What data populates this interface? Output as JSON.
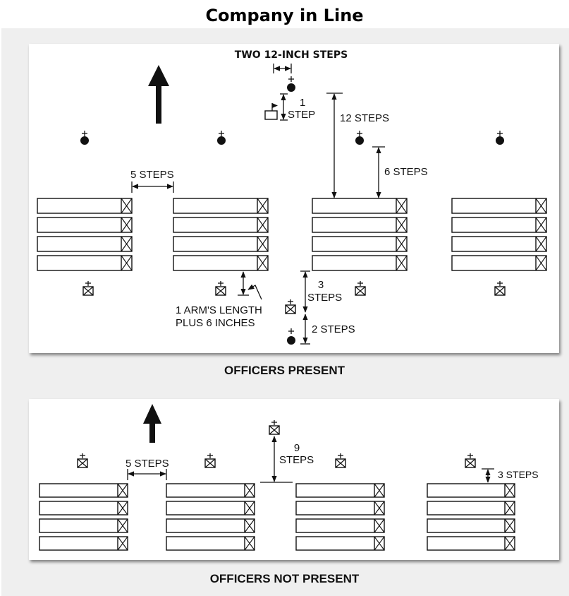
{
  "title": "Company in Line",
  "diagram1": {
    "caption": "OFFICERS PRESENT",
    "labels": {
      "two_steps": "TWO 12-INCH STEPS",
      "one": "1",
      "step": "STEP",
      "twelve_steps": "12 STEPS",
      "six_steps": "6 STEPS",
      "five_steps": "5 STEPS",
      "three": "3",
      "steps": "STEPS",
      "two_steps_bottom": "2 STEPS",
      "arm_line1": "1 ARM'S LENGTH",
      "arm_line2": "PLUS 6 INCHES"
    }
  },
  "diagram2": {
    "caption": "OFFICERS NOT PRESENT",
    "labels": {
      "five_steps": "5 STEPS",
      "nine": "9",
      "steps": "STEPS",
      "three_steps": "3 STEPS"
    }
  }
}
